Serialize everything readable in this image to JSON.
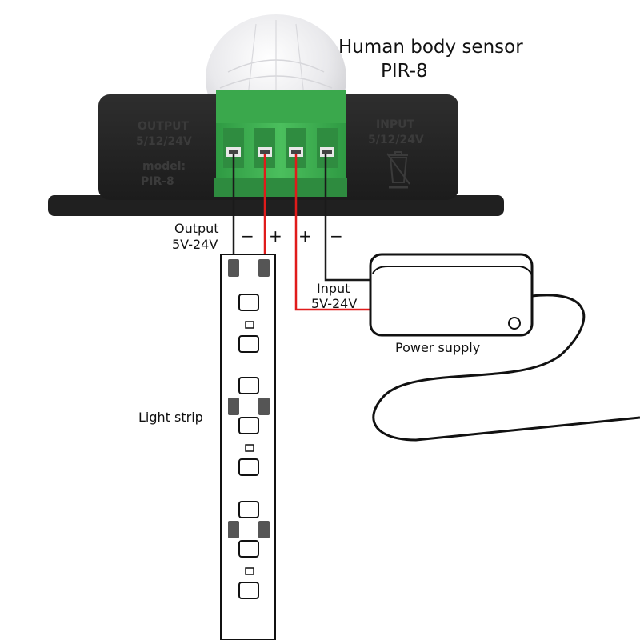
{
  "labels": {
    "title": "Human body sensor",
    "model": "PIR-8",
    "output": "Output",
    "output_voltage": "5V-24V",
    "input": "Input",
    "input_voltage": "5V-24V",
    "power_supply": "Power supply",
    "light_strip": "Light strip"
  },
  "polarity": [
    "−",
    "+",
    "+",
    "−"
  ],
  "device_markings": {
    "output": "OUTPUT",
    "output_voltage": "5/12/24V",
    "model_caption": "model:",
    "model": "PIR-8",
    "input": "INPUT",
    "input_voltage": "5/12/24V"
  },
  "icons": [
    "dustbin-icon"
  ],
  "colors": {
    "positive_wire": "#e01b1b",
    "negative_wire": "#1a1a1a",
    "housing": "#262626",
    "terminal_block": "#3daa4f",
    "led_chip": "#555555"
  }
}
